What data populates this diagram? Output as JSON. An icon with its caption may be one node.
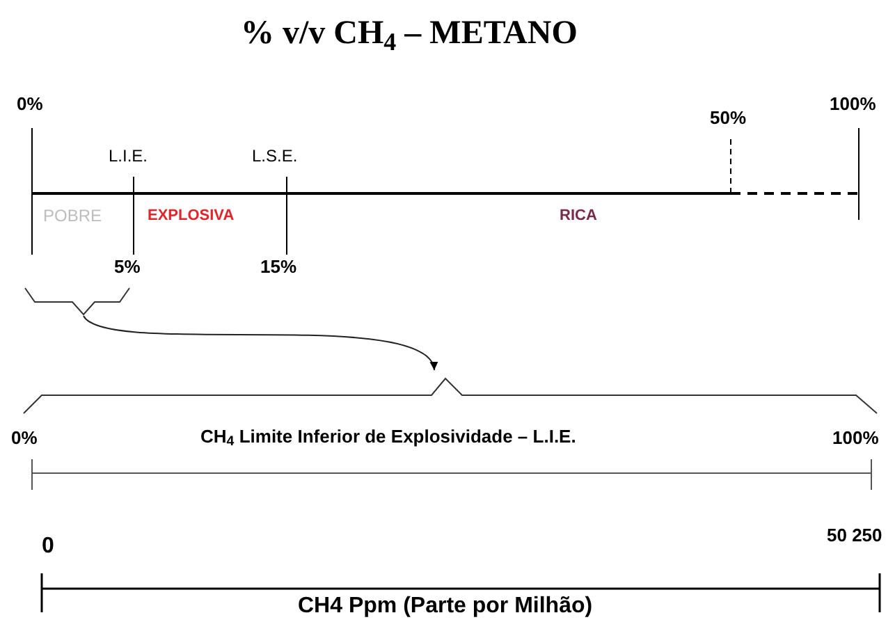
{
  "diagram": {
    "title": "% v/v CH$_{4}$ – METANO",
    "nodes": [
      {
        "text": [],
        "shape": "brace"
      },
      {
        "text": [],
        "shape": "brace"
      }
    ],
    "edges": [
      {
        "from": 0,
        "to": 1,
        "arrow": "to"
      }
    ],
    "labels": [
      "0%",
      "50%",
      "100%",
      "L.I.E.",
      "L.S.E.",
      "POBRE",
      "EXPLOSIVA",
      "RICA",
      "5%",
      "15%",
      "0%",
      "CH$_{4}$ Limite Inferior de Explosividade – L.I.E.",
      "100%",
      "0",
      "50 250",
      "CH4 Ppm (Parte por Milhão)"
    ]
  }
}
